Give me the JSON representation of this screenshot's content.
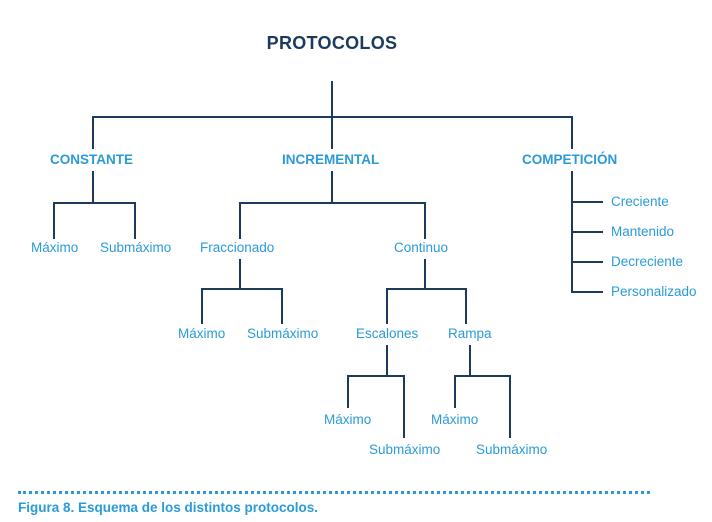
{
  "title": "PROTOCOLOS",
  "branches": {
    "constante": {
      "label": "CONSTANTE",
      "children": [
        "Máximo",
        "Submáximo"
      ]
    },
    "incremental": {
      "label": "INCREMENTAL",
      "fraccionado": {
        "label": "Fraccionado",
        "children": [
          "Máximo",
          "Submáximo"
        ]
      },
      "continuo": {
        "label": "Continuo",
        "escalones": {
          "label": "Escalones",
          "children": [
            "Máximo",
            "Submáximo"
          ]
        },
        "rampa": {
          "label": "Rampa",
          "children": [
            "Máximo",
            "Submáximo"
          ]
        }
      }
    },
    "competicion": {
      "label": "COMPETICIÓN",
      "children": [
        "Creciente",
        "Mantenido",
        "Decreciente",
        "Personalizado"
      ]
    }
  },
  "caption": "Figura 8. Esquema de los distintos protocolos.",
  "colors": {
    "lines": "#1c3a5c",
    "labels": "#2a9bd7",
    "title": "#1c3a5c"
  }
}
